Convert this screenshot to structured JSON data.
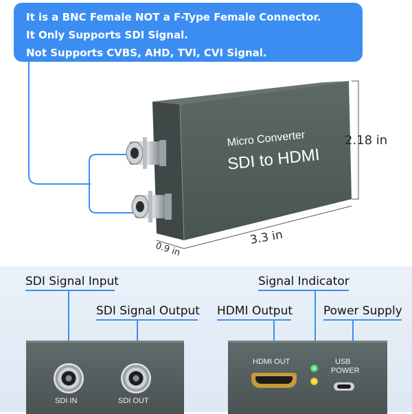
{
  "callout": {
    "lines": [
      "It is a BNC Female NOT a F-Type Female Connector.",
      "It Only Supports SDI Signal.",
      "Not Supports CVBS, AHD, TVI, CVI Signal."
    ]
  },
  "device": {
    "title_line1": "Micro Converter",
    "title_line2": "SDI to HDMI"
  },
  "dimensions": {
    "height": "2.18 in",
    "width": "3.3 in",
    "depth": "0.9 in"
  },
  "features": {
    "sdi_signal_input": "SDI Signal Input",
    "sdi_signal_output": "SDI Signal Output",
    "signal_indicator": "Signal Indicator",
    "hdmi_output": "HDMI Output",
    "power_supply": "Power Supply"
  },
  "ports": {
    "sdi_in": "SDI IN",
    "sdi_out": "SDI OUT",
    "hdmi_out": "HDMI OUT",
    "usb_power_line1": "USB",
    "usb_power_line2": "POWER"
  },
  "colors": {
    "accent": "#3b8df2",
    "device_body": "#4f5a5a",
    "hdmi_gold": "#c79a3a",
    "led_green": "#4cd26a",
    "led_yellow": "#e8c21c"
  }
}
